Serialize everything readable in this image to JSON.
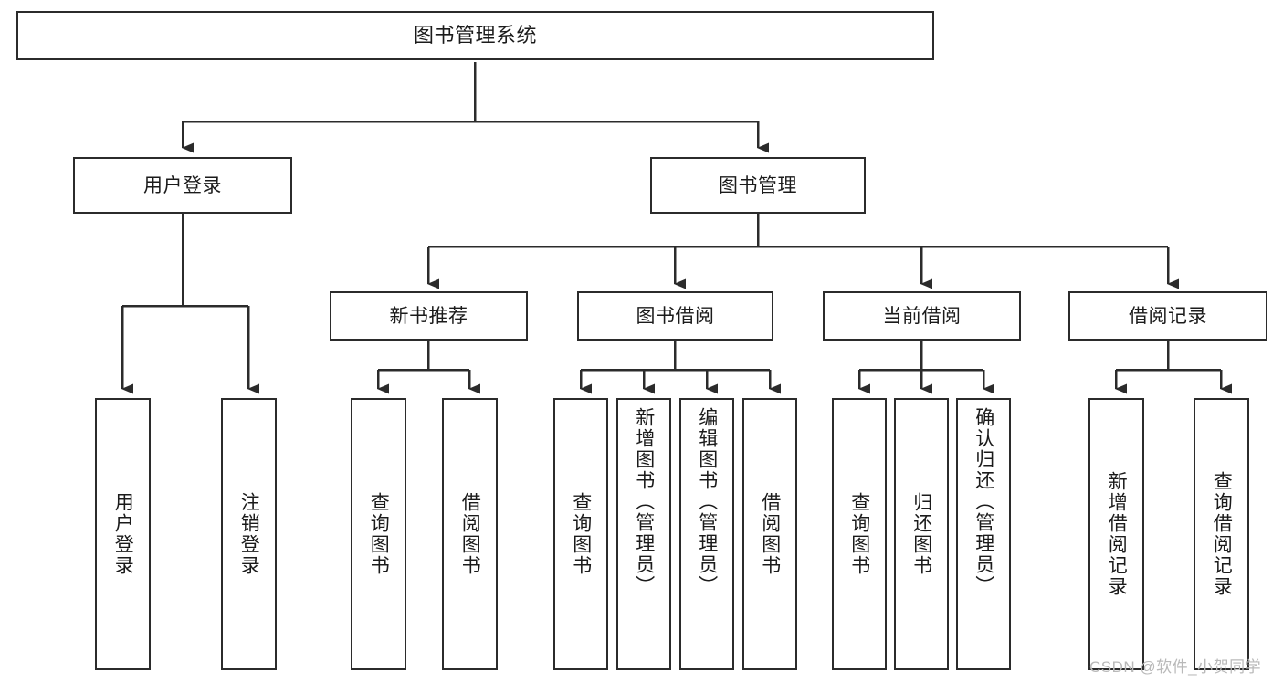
{
  "diagram": {
    "type": "tree-hierarchy",
    "title": "图书管理系统",
    "watermark": "CSDN @软件_小贺同学",
    "colors": {
      "node_border": "#2b2b2b",
      "node_fill": "#ffffff",
      "connector": "#2b2b2b",
      "text": "#1b1b1b",
      "watermark": "#b9b9b9",
      "background": "#ffffff"
    },
    "nodes": {
      "root": {
        "label": "图书管理系统"
      },
      "level2": [
        {
          "id": "user-login",
          "label": "用户登录"
        },
        {
          "id": "book-manage",
          "label": "图书管理"
        }
      ],
      "level3": [
        {
          "id": "new-book-recommend",
          "label": "新书推荐"
        },
        {
          "id": "book-borrow",
          "label": "图书借阅"
        },
        {
          "id": "current-borrow",
          "label": "当前借阅"
        },
        {
          "id": "borrow-record",
          "label": "借阅记录"
        }
      ],
      "leaves": {
        "user-login": [
          {
            "id": "leaf-user-login",
            "label": "用户登录"
          },
          {
            "id": "leaf-user-logout",
            "label": "注销登录"
          }
        ],
        "new-book-recommend": [
          {
            "id": "leaf-query-book-1",
            "label": "查询图书"
          },
          {
            "id": "leaf-borrow-book-1",
            "label": "借阅图书"
          }
        ],
        "book-borrow": [
          {
            "id": "leaf-query-book-2",
            "label": "查询图书"
          },
          {
            "id": "leaf-add-book",
            "label": "新增图书（管理员）"
          },
          {
            "id": "leaf-edit-book",
            "label": "编辑图书（管理员）"
          },
          {
            "id": "leaf-borrow-book-2",
            "label": "借阅图书"
          }
        ],
        "current-borrow": [
          {
            "id": "leaf-query-book-3",
            "label": "查询图书"
          },
          {
            "id": "leaf-return-book",
            "label": "归还图书"
          },
          {
            "id": "leaf-confirm-return",
            "label": "确认归还（管理员）"
          }
        ],
        "borrow-record": [
          {
            "id": "leaf-add-record",
            "label": "新增借阅记录"
          },
          {
            "id": "leaf-query-record",
            "label": "查询借阅记录"
          }
        ]
      }
    }
  }
}
